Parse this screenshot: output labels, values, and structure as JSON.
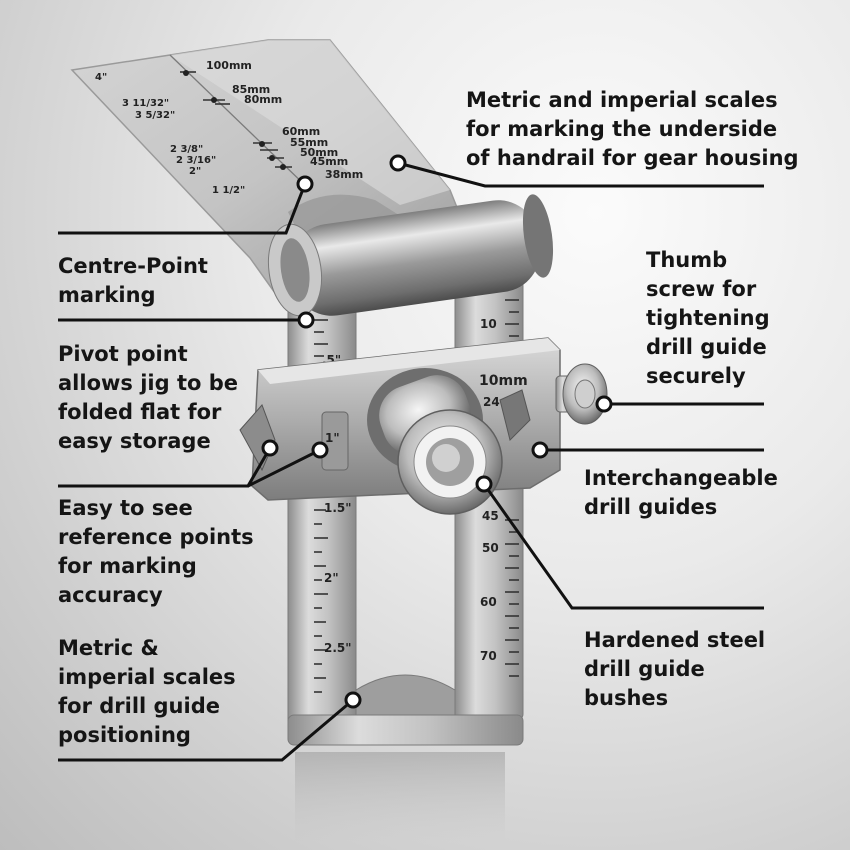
{
  "callouts": {
    "metric_imperial_top": "Metric and imperial scales\nfor marking the underside\nof handrail for gear housing",
    "centre_point": "Centre-Point\nmarking",
    "thumb_screw": "Thumb\nscrew for\ntightening\ndrill guide\nsecurely",
    "pivot_point": "Pivot point\nallows jig to be\nfolded flat for\neasy storage",
    "interchangeable": "Interchangeable\ndrill guides",
    "reference_points": "Easy to see\nreference points\nfor marking\naccuracy",
    "hardened_steel": "Hardened steel\ndrill guide\nbushes",
    "metric_imperial_bottom": "Metric &\nimperial scales\nfor drill guide\npositioning"
  },
  "top_scale": {
    "metric": [
      "100mm",
      "85mm",
      "80mm",
      "60mm",
      "55mm",
      "50mm",
      "45mm",
      "38mm"
    ],
    "imperial": [
      "4\"",
      "3 11/32\"",
      "3 5/32\"",
      "2 3/8\"",
      "2 3/16\"",
      "2\"",
      "1 1/2\""
    ]
  },
  "lower_scale": {
    "imperial": [
      ".5\"",
      "1\"",
      "1.5\"",
      "2\"",
      "2.5\""
    ],
    "metric": [
      "10",
      "24",
      "45",
      "50",
      "60",
      "70"
    ],
    "guide_size": "10mm"
  },
  "colors": {
    "text": "#151515",
    "line": "#111111",
    "metal": "#c9c9c9"
  }
}
